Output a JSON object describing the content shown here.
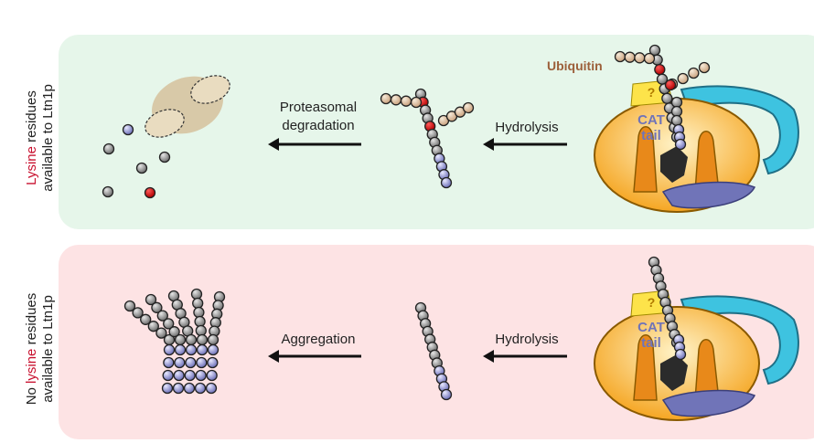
{
  "panels": {
    "top": {
      "label_part1": "Lysine",
      "label_part2": " residues",
      "label_line2": "available to Ltn1p",
      "step_right": "Hydrolysis",
      "step_left_line1": "Proteasomal",
      "step_left_line2": "degradation",
      "ubiquitin": "Ubiquitin",
      "question": "?",
      "cat_line1": "CAT",
      "cat_line2": "tail"
    },
    "bottom": {
      "label_part0": "No ",
      "label_part1": "lysine",
      "label_part2": " residues",
      "label_line2": "available to Ltn1p",
      "step_right": "Hydrolysis",
      "step_left": "Aggregation",
      "question": "?",
      "cat_line1": "CAT",
      "cat_line2": "tail"
    }
  },
  "colors": {
    "panel_top": "#e6f6ea",
    "panel_bottom": "#fde3e4",
    "lysine_red": "#c8102e",
    "ribosome": "#f5a623",
    "ltn1": "#3ec3e0",
    "bead_gray": "#7a7a7a",
    "bead_blue": "#7c80c4",
    "ubiquitin": "#d9bfa3"
  }
}
